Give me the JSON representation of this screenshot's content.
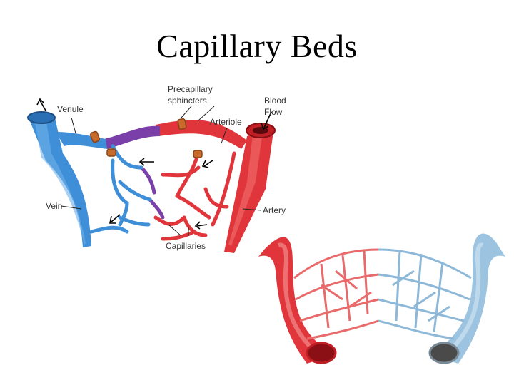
{
  "title": "Capillary Beds",
  "labels": {
    "precapillary_line1": "Precapillary",
    "precapillary_line2": "sphincters",
    "blood_line1": "Blood",
    "blood_line2": "Flow",
    "venule": "Venule",
    "arteriole": "Arteriole",
    "vein": "Vein",
    "artery": "Artery",
    "capillaries": "Capillaries"
  },
  "colors": {
    "artery": "#e0353b",
    "vein": "#3f8fd8",
    "mixed": "#7a3fa8",
    "sphincter": "#c86a2a",
    "artery_light": "#e86a6a",
    "vein_light": "#9cc4e0"
  }
}
